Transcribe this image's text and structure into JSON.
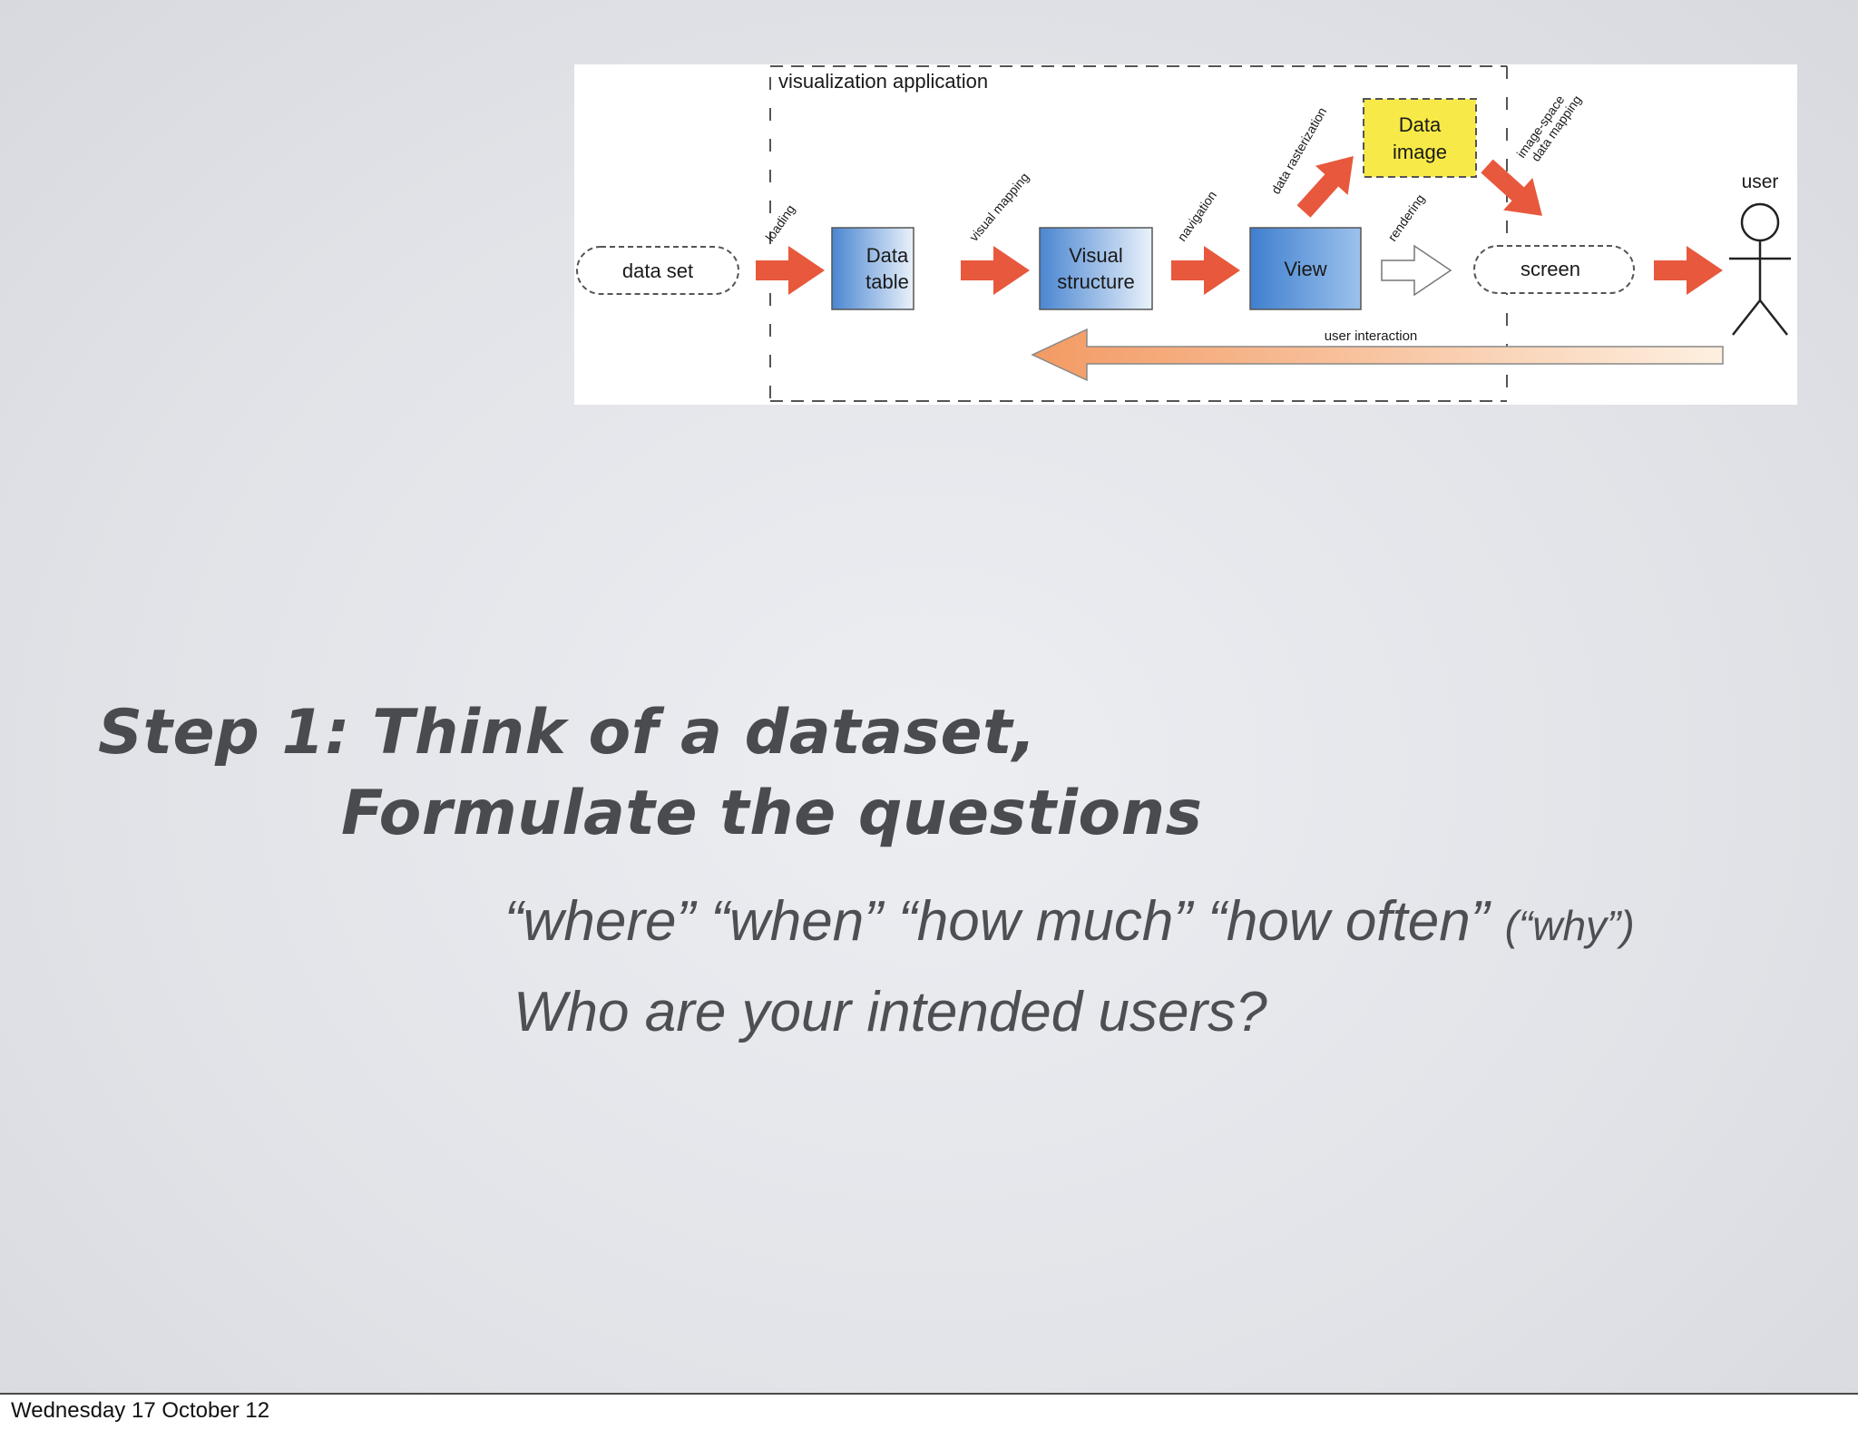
{
  "slide": {
    "heading": {
      "line1": "Step 1: Think of a dataset,",
      "line2": "Formulate the questions"
    },
    "questions": {
      "main": "“where” “when” “how much” “how often”",
      "aside": "(“why”)"
    },
    "users_question": "Who are your intended users?"
  },
  "diagram": {
    "frame_label": "visualization application",
    "nodes": {
      "data_set": "data set",
      "data_table": [
        "Data",
        "table"
      ],
      "visual_structure": [
        "Visual",
        "structure"
      ],
      "view": "View",
      "data_image": [
        "Data",
        "image"
      ],
      "screen": "screen",
      "user": "user"
    },
    "edges": {
      "loading": "loading",
      "visual_mapping": "visual mapping",
      "navigation": "navigation",
      "data_rasterization": "data rasterization",
      "rendering": "rendering",
      "image_space_mapping": [
        "image-space",
        "data mapping"
      ],
      "user_interaction": "user interaction"
    },
    "colors": {
      "arrow": "#e8583c",
      "box_blue_dark": "#4a86d1",
      "box_blue_light": "#eaf2fb",
      "data_image": "#f7ea48",
      "feedback_start": "#f39a63",
      "feedback_end": "#fdf0e0"
    }
  },
  "footer": {
    "date": "Wednesday 17 October 12"
  }
}
